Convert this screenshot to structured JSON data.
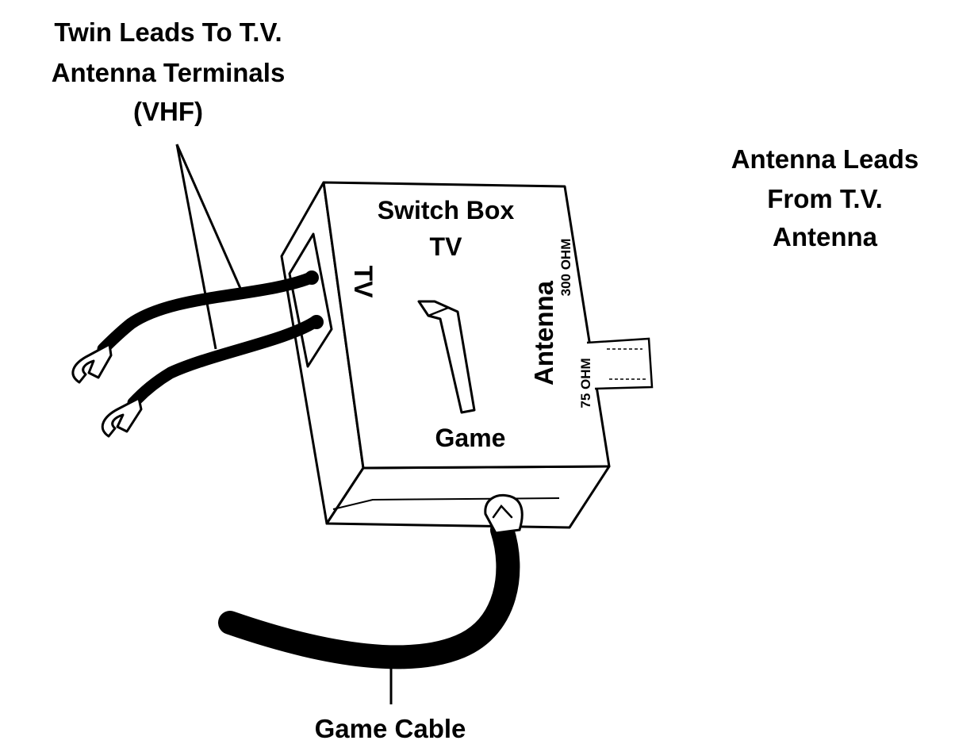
{
  "labels": {
    "twin_leads": [
      "Twin Leads To T.V.",
      "Antenna Terminals",
      "(VHF)"
    ],
    "antenna_leads": [
      "Antenna Leads",
      "From T.V.",
      "Antenna"
    ],
    "switch_box": [
      "Switch Box",
      "TV"
    ],
    "tv_side": "TV",
    "game": "Game",
    "antenna": "Antenna",
    "ohm_300": "300 OHM",
    "ohm_75": "75 OHM",
    "game_cable": "Game Cable"
  },
  "colors": {
    "ink": "#000000",
    "paper": "#ffffff"
  }
}
